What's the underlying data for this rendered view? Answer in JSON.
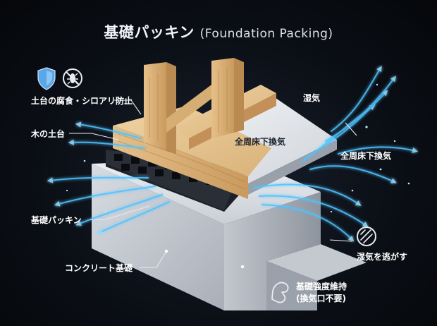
{
  "title": {
    "main": "基礎パッキン",
    "sub": "(Foundation Packing)"
  },
  "labels": {
    "termite": "土台の腐食・シロアリ防止",
    "wood_sill": "木の土台",
    "packing": "基礎パッキン",
    "concrete": "コンクリート基礎",
    "floor_vent": "全周床下換気",
    "humidity": "湿気",
    "floor_vent_right": "全周床下換気",
    "release_humidity": "湿気を逃がす",
    "strength_line1": "基礎強度維持",
    "strength_line2": "(換気口不要)"
  },
  "icons": [
    "shield-icon",
    "no-termite-icon",
    "no-moisture-icon",
    "strength-arm-icon"
  ],
  "colors": {
    "background": "#07090d",
    "airflow": "#4fc3ff",
    "wood": "#d9b27a",
    "concrete": "#dfe3e8"
  }
}
